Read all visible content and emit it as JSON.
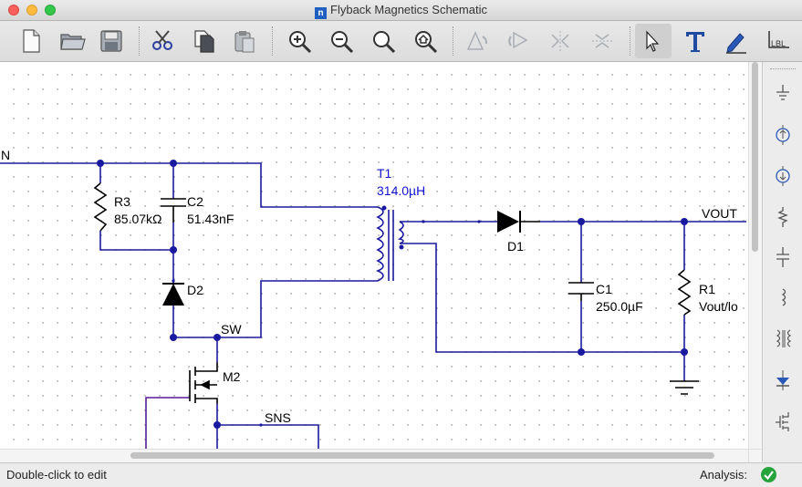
{
  "window": {
    "title": "Flyback Magnetics Schematic"
  },
  "toolbar": {
    "buttons": [
      {
        "id": "new",
        "icon": "new-document-icon"
      },
      {
        "id": "open",
        "icon": "open-folder-icon"
      },
      {
        "id": "save",
        "icon": "save-disk-icon"
      },
      {
        "id": "cut",
        "icon": "scissors-icon"
      },
      {
        "id": "copy",
        "icon": "copy-icon"
      },
      {
        "id": "paste",
        "icon": "paste-icon"
      },
      {
        "id": "zoom-in",
        "icon": "zoom-in-icon"
      },
      {
        "id": "zoom-out",
        "icon": "zoom-out-icon"
      },
      {
        "id": "zoom-fit",
        "icon": "zoom-fit-icon"
      },
      {
        "id": "zoom-home",
        "icon": "zoom-home-icon"
      },
      {
        "id": "rotate-ccw",
        "icon": "rotate-ccw-icon",
        "disabled": true
      },
      {
        "id": "rotate-cw",
        "icon": "rotate-cw-icon",
        "disabled": true
      },
      {
        "id": "mirror-h",
        "icon": "mirror-horizontal-icon",
        "disabled": true
      },
      {
        "id": "mirror-v",
        "icon": "mirror-vertical-icon",
        "disabled": true
      },
      {
        "id": "select",
        "icon": "pointer-arrow-icon",
        "active": true
      },
      {
        "id": "text",
        "icon": "text-tool-icon",
        "label": "T"
      },
      {
        "id": "annotate",
        "icon": "pencil-icon"
      },
      {
        "id": "label",
        "icon": "net-label-icon",
        "label": "LBL"
      }
    ]
  },
  "schematic": {
    "net_labels": {
      "input": "N",
      "vout": "VOUT",
      "sw": "SW",
      "sns": "SNS"
    },
    "components": {
      "R3": {
        "ref": "R3",
        "value": "85.07kΩ"
      },
      "C2": {
        "ref": "C2",
        "value": "51.43nF"
      },
      "D2": {
        "ref": "D2"
      },
      "T1": {
        "ref": "T1",
        "value": "314.0µH"
      },
      "D1": {
        "ref": "D1"
      },
      "C1": {
        "ref": "C1",
        "value": "250.0µF"
      },
      "R1": {
        "ref": "R1",
        "value": "Vout/lo"
      },
      "M2": {
        "ref": "M2"
      }
    },
    "colors": {
      "wire": "#1a1aa0",
      "selected": "#1414d0",
      "sense_wire": "#5a1a9a",
      "component": "#000000"
    }
  },
  "palette": {
    "items": [
      "ground-icon",
      "current-source-icon",
      "voltage-source-icon",
      "resistor-icon",
      "capacitor-icon",
      "inductor-icon",
      "transformer-icon",
      "diode-icon",
      "mosfet-icon"
    ]
  },
  "status": {
    "message": "Double-click to edit",
    "analysis_label": "Analysis:",
    "analysis_state": "ok"
  }
}
